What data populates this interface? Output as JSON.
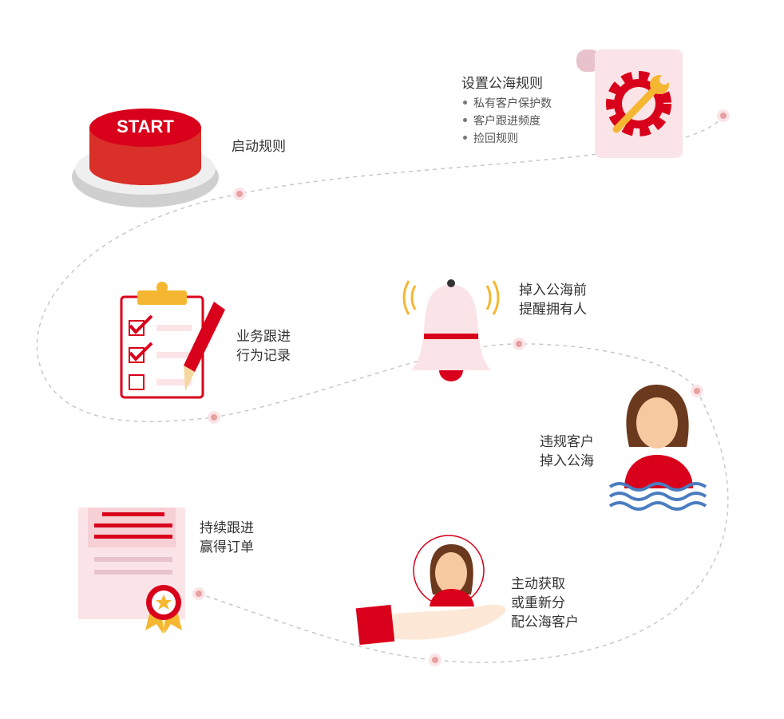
{
  "steps": {
    "start": {
      "button_text": "START",
      "label": "启动规则"
    },
    "settings": {
      "title": "设置公海规则",
      "bullets": [
        "私有客户保护数",
        "客户跟进频度",
        "捡回规则"
      ]
    },
    "record": {
      "line1": "业务跟进",
      "line2": "行为记录"
    },
    "remind": {
      "line1": "掉入公海前",
      "line2": "提醒拥有人"
    },
    "drop": {
      "line1": "违规客户",
      "line2": "掉入公海"
    },
    "claim": {
      "line1": "主动获取",
      "line2": "或重新分",
      "line3": "配公海客户"
    },
    "win": {
      "line1": "持续跟进",
      "line2": "赢得订单"
    }
  },
  "colors": {
    "accent": "#d9001b",
    "pink": "#fbe4e7",
    "gold": "#f5b731",
    "path": "#c8c8c8",
    "wave": "#4a7cc0"
  }
}
